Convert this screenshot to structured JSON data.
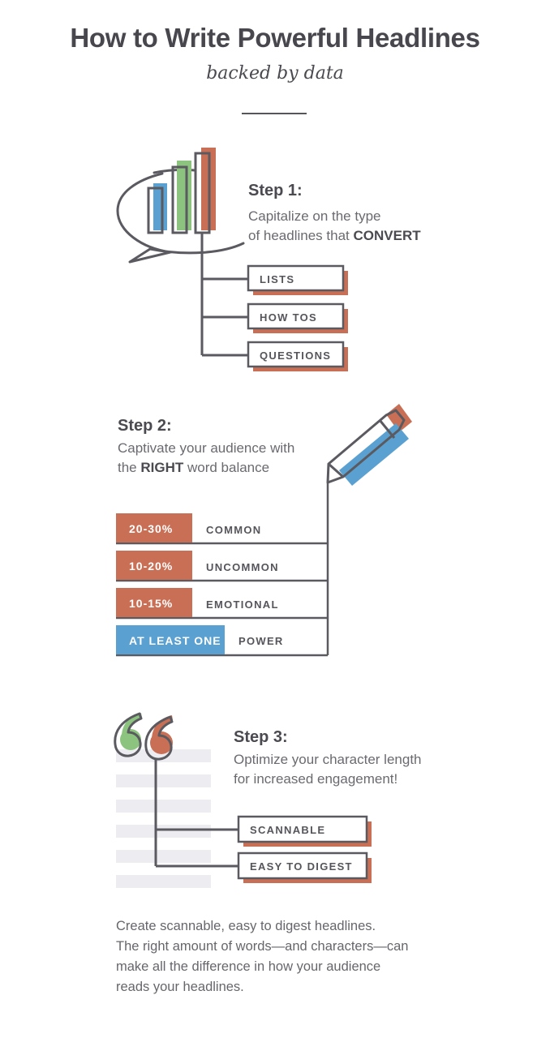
{
  "header": {
    "title": "How to Write Powerful Headlines",
    "subtitle": "backed by data"
  },
  "step1": {
    "title": "Step 1:",
    "desc_line1": "Capitalize on the type",
    "desc_line2_prefix": "of headlines that ",
    "desc_line2_emph": "CONVERT",
    "tags": [
      "LISTS",
      "HOW TOS",
      "QUESTIONS"
    ]
  },
  "step2": {
    "title": "Step 2:",
    "desc_line1": "Captivate your audience with",
    "desc_line2_prefix": "the ",
    "desc_line2_emph": "RIGHT",
    "desc_line2_suffix": " word balance",
    "rows": [
      {
        "pill": "20-30%",
        "label": "COMMON",
        "color": "#c96f55"
      },
      {
        "pill": "10-20%",
        "label": "UNCOMMON",
        "color": "#c96f55"
      },
      {
        "pill": "10-15%",
        "label": "EMOTIONAL",
        "color": "#c96f55"
      },
      {
        "pill": "AT LEAST ONE",
        "label": "POWER",
        "color": "#5aa0d0"
      }
    ]
  },
  "step3": {
    "title": "Step 3:",
    "desc_line1": "Optimize your character length",
    "desc_line2": "for increased engagement!",
    "tags": [
      "SCANNABLE",
      "EASY TO DIGEST"
    ]
  },
  "footer": {
    "line1": "Create scannable, easy to digest headlines.",
    "line2": "The right amount of words—and characters—can",
    "line3": "make all the difference in how your audience",
    "line4": "reads your headlines."
  },
  "colors": {
    "red": "#c96f55",
    "blue": "#5aa0d0",
    "green": "#8cc37e",
    "line": "#5a5a60",
    "placeholder": "#ededf1"
  }
}
